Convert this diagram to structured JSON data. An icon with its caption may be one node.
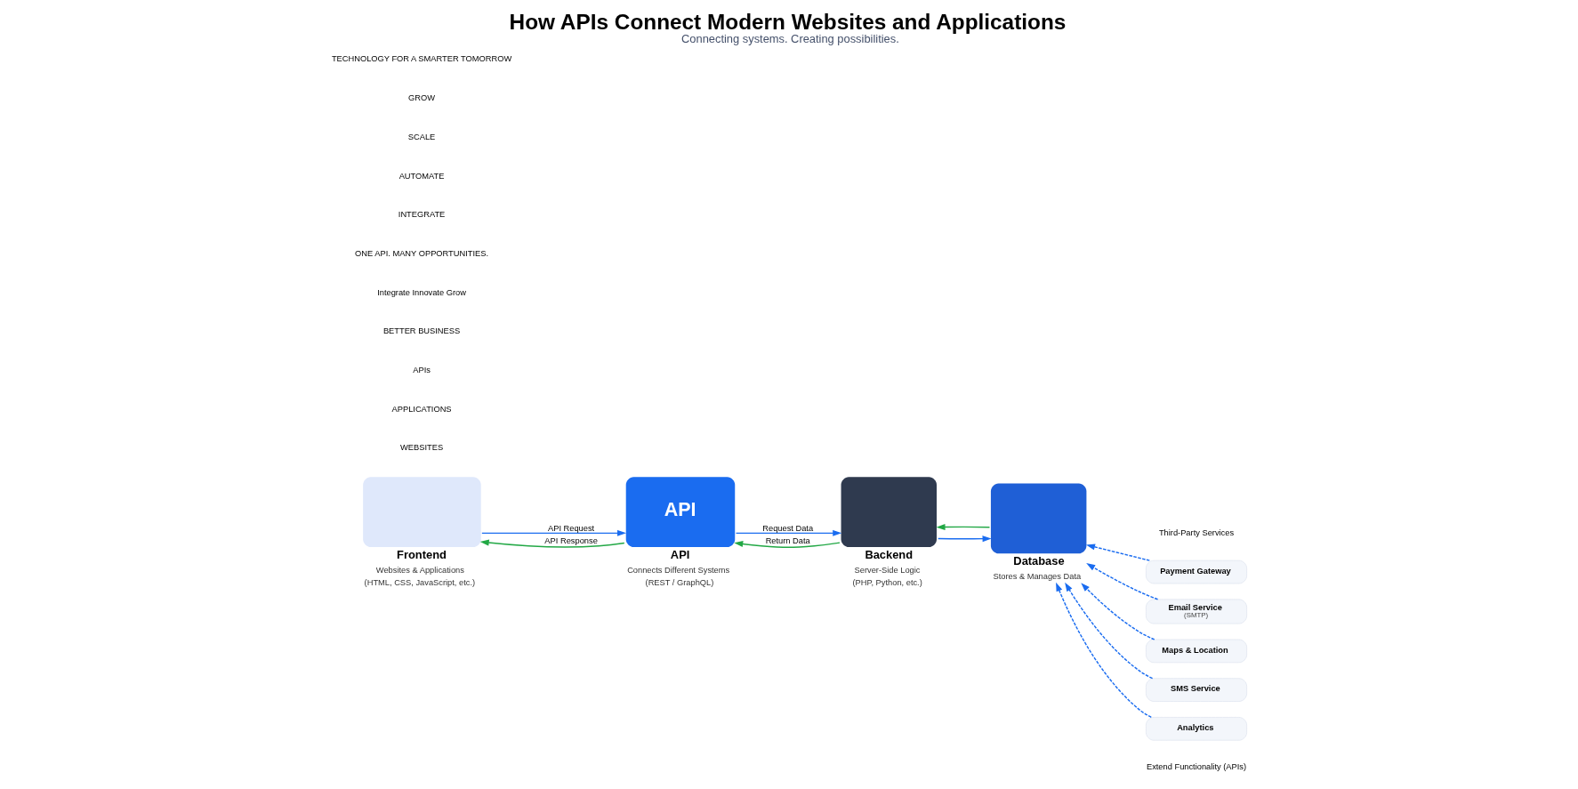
{
  "diagram": {
    "title": "How APIs Connect Modern Websites and Applications",
    "caption": "Connecting systems. Creating possibilities.",
    "nodes": [
      {
        "text": [
          "Frontend",
          "Websites & Applications",
          "(HTML, CSS, JavaScript, etc.)"
        ]
      },
      {
        "text": [
          "API",
          "API",
          "Connects Different Systems",
          "(REST / GraphQL)"
        ]
      },
      {
        "text": [
          "Backend",
          "Server-Side Logic",
          "(PHP, Python, etc.)"
        ]
      },
      {
        "text": [
          "Database",
          "Stores & Manages Data"
        ]
      },
      {
        "text": [
          "Payment Gateway"
        ]
      },
      {
        "text": [
          "Email Service",
          "(SMTP)"
        ]
      },
      {
        "text": [
          "Maps & Location"
        ]
      },
      {
        "text": [
          "SMS Service"
        ]
      },
      {
        "text": [
          "Analytics"
        ]
      }
    ],
    "edges": [
      {
        "from": 0,
        "to": 1,
        "arrow": "to",
        "label": "API Request"
      },
      {
        "from": 1,
        "to": 0,
        "arrow": "to",
        "label": "API Response",
        "color": "#22a845"
      },
      {
        "from": 1,
        "to": 2,
        "arrow": "to",
        "label": "Request Data"
      },
      {
        "from": 2,
        "to": 1,
        "arrow": "to",
        "label": "Return Data",
        "color": "#22a845"
      },
      {
        "from": 2,
        "to": 3,
        "arrow": "to"
      },
      {
        "from": 3,
        "to": 2,
        "arrow": "to",
        "color": "#22a845"
      },
      {
        "from": 4,
        "to": 3,
        "arrow": "to",
        "style": "dashed"
      },
      {
        "from": 5,
        "to": 3,
        "arrow": "to",
        "style": "dashed"
      },
      {
        "from": 6,
        "to": 3,
        "arrow": "to",
        "style": "dashed"
      },
      {
        "from": 7,
        "to": 3,
        "arrow": "to",
        "style": "dashed"
      },
      {
        "from": 8,
        "to": 3,
        "arrow": "to",
        "style": "dashed"
      }
    ],
    "labels": [
      "WEBSITES",
      "APPLICATIONS",
      "APIs",
      "BETTER BUSINESS",
      "Integrate Innovate Grow",
      "Third-Party Services",
      "Extend Functionality (APIs)",
      "ONE API. MANY OPPORTUNITIES.",
      "INTEGRATE",
      "AUTOMATE",
      "SCALE",
      "GROW",
      "TECHNOLOGY FOR A SMARTER TOMORROW"
    ]
  }
}
